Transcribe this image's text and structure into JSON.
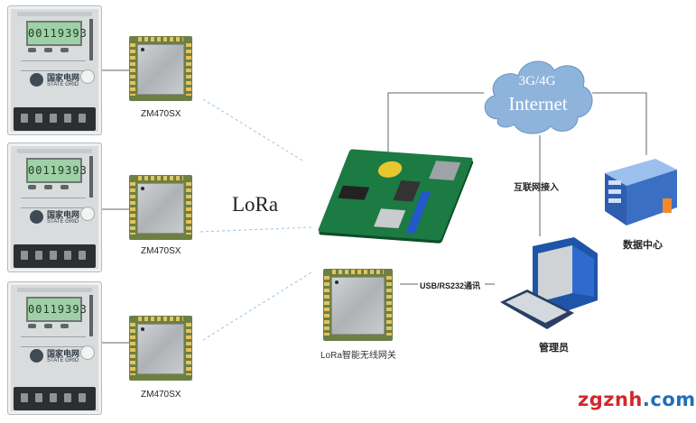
{
  "meters": [
    {
      "display": "00119393",
      "brand": "国家电网",
      "brand_en": "STATE GRID"
    },
    {
      "display": "00119393",
      "brand": "国家电网",
      "brand_en": "STATE GRID"
    },
    {
      "display": "00119393",
      "brand": "国家电网",
      "brand_en": "STATE GRID"
    }
  ],
  "modules": [
    {
      "label": "ZM470SX"
    },
    {
      "label": "ZM470SX"
    },
    {
      "label": "ZM470SX"
    }
  ],
  "lora_label": "LoRa",
  "gateway_label": "LoRa智能无线网关",
  "cloud": {
    "line1": "3G/4G",
    "line2": "Internet"
  },
  "internet_access_label": "互联网接入",
  "data_center_label": "数据中心",
  "serial_label": "USB/RS232通讯",
  "admin_label": "管理员",
  "watermark": {
    "part1": "zgznh",
    "part2": ".com",
    "color1": "#d4262c",
    "color2": "#1f6fb8"
  },
  "colors": {
    "cloud": "#8fb4dc",
    "board": "#1c7a43",
    "module": "#6d7f43",
    "link": "#9ec3e6",
    "server": "#3b6fc4"
  }
}
